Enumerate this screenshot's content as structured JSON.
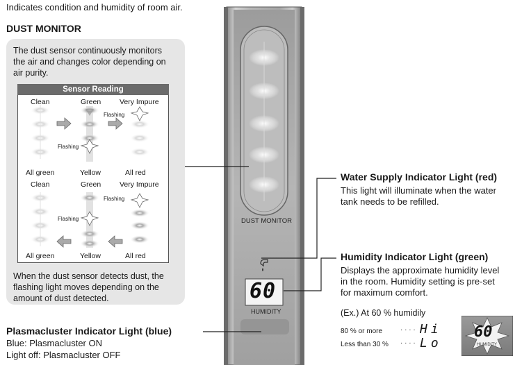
{
  "intro_text": "Indicates condition and humidity of room air.",
  "dust_monitor": {
    "title": "DUST MONITOR",
    "description": [
      "The dust sensor continuously monitors",
      "the air and changes color depending on",
      "air purity."
    ],
    "sensor_reading_title": "Sensor Reading",
    "top_row": {
      "labels": [
        "Clean",
        "Green",
        "Very Impure"
      ],
      "flashing_labels": [
        "Flashing",
        "Flashing"
      ],
      "bottom_labels": [
        "All green",
        "Yellow",
        "All red"
      ]
    },
    "bottom_row": {
      "labels": [
        "Clean",
        "Green",
        "Very Impure"
      ],
      "flashing_labels": [
        "Flashing",
        "Flashing"
      ],
      "bottom_labels": [
        "All green",
        "Yellow",
        "All red"
      ]
    },
    "detection_text": [
      "When the dust sensor detects dust, the",
      "flashing light moves depending on the",
      "amount of dust detected."
    ]
  },
  "device": {
    "dust_monitor_label": "DUST MONITOR",
    "display_value": "60",
    "humidity_label": "HUMIDITY"
  },
  "water_supply": {
    "title": "Water Supply Indicator Light (red)",
    "description": [
      "This light will illuminate when the water",
      "tank needs to be refilled."
    ]
  },
  "humidity": {
    "title": "Humidity Indicator Light (green)",
    "description": [
      "Displays the approximate humidity level",
      "in the room. Humidity setting is pre-set",
      "for maximum comfort."
    ],
    "example": "(Ex.) At 60 % humidily",
    "high_label": "80 % or more",
    "high_dots": "· · · ·",
    "high_display": "Hi",
    "low_label": "Less than 30 %",
    "low_dots": "· · · ·",
    "low_display": "Lo",
    "example_display_value": "60",
    "example_display_label": "HUMIDITY"
  },
  "plasmacluster": {
    "title": "Plasmacluster Indicator Light (blue)",
    "line1": "Blue: Plasmacluster ON",
    "line2": "Light off: Plasmacluster OFF"
  }
}
